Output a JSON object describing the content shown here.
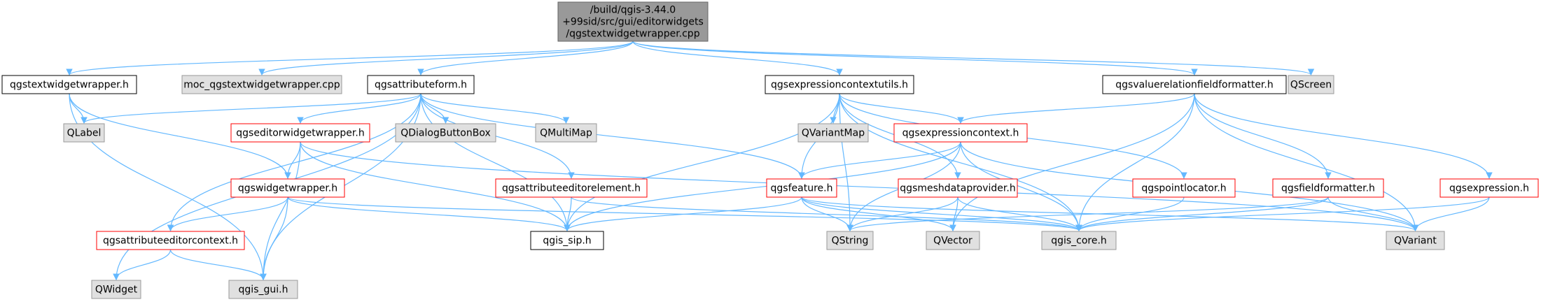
{
  "colors": {
    "edge": "#63b8ff",
    "root_fill": "#999999",
    "root_border": "#666666",
    "plain_fill": "#ffffff",
    "plain_border": "#000000",
    "red_border": "#ff0000",
    "external_fill": "#e0e0e0",
    "external_border": "#999999"
  },
  "nodes": [
    {
      "id": "root",
      "lines": [
        "/build/qgis-3.44.0",
        "+99sid/src/gui/editorwidgets",
        "/qgstextwidgetwrapper.cpp"
      ],
      "style": "root"
    },
    {
      "id": "qgstextwidgetwrapper_h",
      "lines": [
        "qgstextwidgetwrapper.h"
      ],
      "style": "plain"
    },
    {
      "id": "moc_cpp",
      "lines": [
        "moc_qgstextwidgetwrapper.cpp"
      ],
      "style": "external"
    },
    {
      "id": "qgsattributeform_h",
      "lines": [
        "qgsattributeform.h"
      ],
      "style": "plain"
    },
    {
      "id": "qgsexpressioncontextutils_h",
      "lines": [
        "qgsexpressioncontextutils.h"
      ],
      "style": "plain"
    },
    {
      "id": "qgsvaluerelationfieldformatter_h",
      "lines": [
        "qgsvaluerelationfieldformatter.h"
      ],
      "style": "plain"
    },
    {
      "id": "QScreen",
      "lines": [
        "QScreen"
      ],
      "style": "external"
    },
    {
      "id": "QLabel",
      "lines": [
        "QLabel"
      ],
      "style": "external"
    },
    {
      "id": "qgseditorwidgetwrapper_h",
      "lines": [
        "qgseditorwidgetwrapper.h"
      ],
      "style": "red"
    },
    {
      "id": "QDialogButtonBox",
      "lines": [
        "QDialogButtonBox"
      ],
      "style": "external"
    },
    {
      "id": "QMultiMap",
      "lines": [
        "QMultiMap"
      ],
      "style": "external"
    },
    {
      "id": "QVariantMap",
      "lines": [
        "QVariantMap"
      ],
      "style": "external"
    },
    {
      "id": "qgsexpressioncontext_h",
      "lines": [
        "qgsexpressioncontext.h"
      ],
      "style": "red"
    },
    {
      "id": "qgswidgetwrapper_h",
      "lines": [
        "qgswidgetwrapper.h"
      ],
      "style": "red"
    },
    {
      "id": "qgsattributeeditorelement_h",
      "lines": [
        "qgsattributeeditorelement.h"
      ],
      "style": "red"
    },
    {
      "id": "qgsfeature_h",
      "lines": [
        "qgsfeature.h"
      ],
      "style": "red"
    },
    {
      "id": "qgsmeshdataprovider_h",
      "lines": [
        "qgsmeshdataprovider.h"
      ],
      "style": "red"
    },
    {
      "id": "qgspointlocator_h",
      "lines": [
        "qgspointlocator.h"
      ],
      "style": "red"
    },
    {
      "id": "qgsfieldformatter_h",
      "lines": [
        "qgsfieldformatter.h"
      ],
      "style": "red"
    },
    {
      "id": "qgsexpression_h",
      "lines": [
        "qgsexpression.h"
      ],
      "style": "red"
    },
    {
      "id": "qgsattributeeditorcontext_h",
      "lines": [
        "qgsattributeeditorcontext.h"
      ],
      "style": "red"
    },
    {
      "id": "qgis_sip_h",
      "lines": [
        "qgis_sip.h"
      ],
      "style": "plain"
    },
    {
      "id": "QString",
      "lines": [
        "QString"
      ],
      "style": "external"
    },
    {
      "id": "QVector",
      "lines": [
        "QVector"
      ],
      "style": "external"
    },
    {
      "id": "qgis_core_h",
      "lines": [
        "qgis_core.h"
      ],
      "style": "external"
    },
    {
      "id": "QVariant",
      "lines": [
        "QVariant"
      ],
      "style": "external"
    },
    {
      "id": "QWidget",
      "lines": [
        "QWidget"
      ],
      "style": "external"
    },
    {
      "id": "qgis_gui_h",
      "lines": [
        "qgis_gui.h"
      ],
      "style": "external"
    }
  ],
  "edges": [
    [
      "root",
      "qgstextwidgetwrapper_h"
    ],
    [
      "root",
      "moc_cpp"
    ],
    [
      "root",
      "qgsattributeform_h"
    ],
    [
      "root",
      "qgsexpressioncontextutils_h"
    ],
    [
      "root",
      "qgsvaluerelationfieldformatter_h"
    ],
    [
      "root",
      "QScreen"
    ],
    [
      "qgstextwidgetwrapper_h",
      "QLabel"
    ],
    [
      "qgstextwidgetwrapper_h",
      "qgswidgetwrapper_h"
    ],
    [
      "qgstextwidgetwrapper_h",
      "qgis_gui_h"
    ],
    [
      "qgsattributeform_h",
      "QLabel"
    ],
    [
      "qgsattributeform_h",
      "qgseditorwidgetwrapper_h"
    ],
    [
      "qgsattributeform_h",
      "QDialogButtonBox"
    ],
    [
      "qgsattributeform_h",
      "QMultiMap"
    ],
    [
      "qgsattributeform_h",
      "qgsattributeeditorelement_h"
    ],
    [
      "qgsattributeform_h",
      "qgsfeature_h"
    ],
    [
      "qgsattributeform_h",
      "qgsattributeeditorcontext_h"
    ],
    [
      "qgsattributeform_h",
      "qgis_sip_h"
    ],
    [
      "qgsattributeform_h",
      "QWidget"
    ],
    [
      "qgsattributeform_h",
      "qgis_gui_h"
    ],
    [
      "qgseditorwidgetwrapper_h",
      "qgswidgetwrapper_h"
    ],
    [
      "qgseditorwidgetwrapper_h",
      "qgis_sip_h"
    ],
    [
      "qgseditorwidgetwrapper_h",
      "qgis_gui_h"
    ],
    [
      "qgseditorwidgetwrapper_h",
      "QVariant"
    ],
    [
      "qgswidgetwrapper_h",
      "qgsattributeeditorcontext_h"
    ],
    [
      "qgswidgetwrapper_h",
      "qgis_sip_h"
    ],
    [
      "qgswidgetwrapper_h",
      "qgis_gui_h"
    ],
    [
      "qgswidgetwrapper_h",
      "qgis_core_h"
    ],
    [
      "qgsattributeeditorcontext_h",
      "QWidget"
    ],
    [
      "qgsattributeeditorcontext_h",
      "qgis_gui_h"
    ],
    [
      "qgsattributeeditorelement_h",
      "qgis_sip_h"
    ],
    [
      "qgsattributeeditorelement_h",
      "qgis_core_h"
    ],
    [
      "qgsexpressioncontextutils_h",
      "QVariantMap"
    ],
    [
      "qgsexpressioncontextutils_h",
      "qgsexpressioncontext_h"
    ],
    [
      "qgsexpressioncontextutils_h",
      "qgsfeature_h"
    ],
    [
      "qgsexpressioncontextutils_h",
      "qgsmeshdataprovider_h"
    ],
    [
      "qgsexpressioncontextutils_h",
      "qgspointlocator_h"
    ],
    [
      "qgsexpressioncontextutils_h",
      "qgis_sip_h"
    ],
    [
      "qgsexpressioncontextutils_h",
      "QString"
    ],
    [
      "qgsexpressioncontextutils_h",
      "qgis_core_h"
    ],
    [
      "qgsexpressioncontext_h",
      "qgsfeature_h"
    ],
    [
      "qgsexpressioncontext_h",
      "qgis_sip_h"
    ],
    [
      "qgsexpressioncontext_h",
      "QString"
    ],
    [
      "qgsexpressioncontext_h",
      "qgis_core_h"
    ],
    [
      "qgsexpressioncontext_h",
      "QVariant"
    ],
    [
      "qgsfeature_h",
      "qgis_sip_h"
    ],
    [
      "qgsfeature_h",
      "QString"
    ],
    [
      "qgsfeature_h",
      "QVector"
    ],
    [
      "qgsfeature_h",
      "qgis_core_h"
    ],
    [
      "qgsfeature_h",
      "QVariant"
    ],
    [
      "qgsmeshdataprovider_h",
      "QString"
    ],
    [
      "qgsmeshdataprovider_h",
      "QVector"
    ],
    [
      "qgsmeshdataprovider_h",
      "qgis_core_h"
    ],
    [
      "qgspointlocator_h",
      "qgis_core_h"
    ],
    [
      "qgsvaluerelationfieldformatter_h",
      "qgsexpressioncontext_h"
    ],
    [
      "qgsvaluerelationfieldformatter_h",
      "qgsfieldformatter_h"
    ],
    [
      "qgsvaluerelationfieldformatter_h",
      "qgsexpression_h"
    ],
    [
      "qgsvaluerelationfieldformatter_h",
      "QVector"
    ],
    [
      "qgsvaluerelationfieldformatter_h",
      "qgis_core_h"
    ],
    [
      "qgsvaluerelationfieldformatter_h",
      "QVariant"
    ],
    [
      "qgsfieldformatter_h",
      "QString"
    ],
    [
      "qgsfieldformatter_h",
      "qgis_core_h"
    ],
    [
      "qgsfieldformatter_h",
      "QVariant"
    ],
    [
      "qgsexpression_h",
      "qgis_core_h"
    ],
    [
      "qgsexpression_h",
      "QVariant"
    ]
  ]
}
